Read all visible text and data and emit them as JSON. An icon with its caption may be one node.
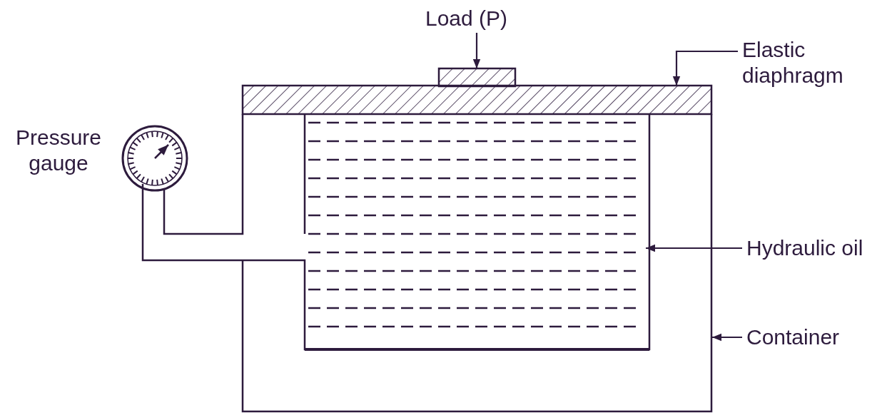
{
  "diagram": {
    "nodes": [
      {
        "text": [
          "Load (P)"
        ]
      },
      {
        "text": [],
        "shape": "box"
      },
      {
        "text": [
          "Elastic diaphragm"
        ]
      },
      {
        "text": [],
        "shape": "bar"
      },
      {
        "text": [
          "Hydraulic oil"
        ]
      },
      {
        "text": [],
        "shape": "picture",
        "in": 7
      },
      {
        "text": [
          "Container"
        ]
      },
      {
        "text": [],
        "shape": "picture"
      }
    ],
    "edges": [
      {
        "from": 0,
        "to": 1,
        "arrow": "to"
      },
      {
        "from": 2,
        "to": 3,
        "arrow": "to"
      },
      {
        "from": 4,
        "to": 5,
        "arrow": "to"
      },
      {
        "from": 6,
        "to": 7,
        "arrow": "to"
      }
    ],
    "labels": [
      "Pressure gauge"
    ]
  }
}
